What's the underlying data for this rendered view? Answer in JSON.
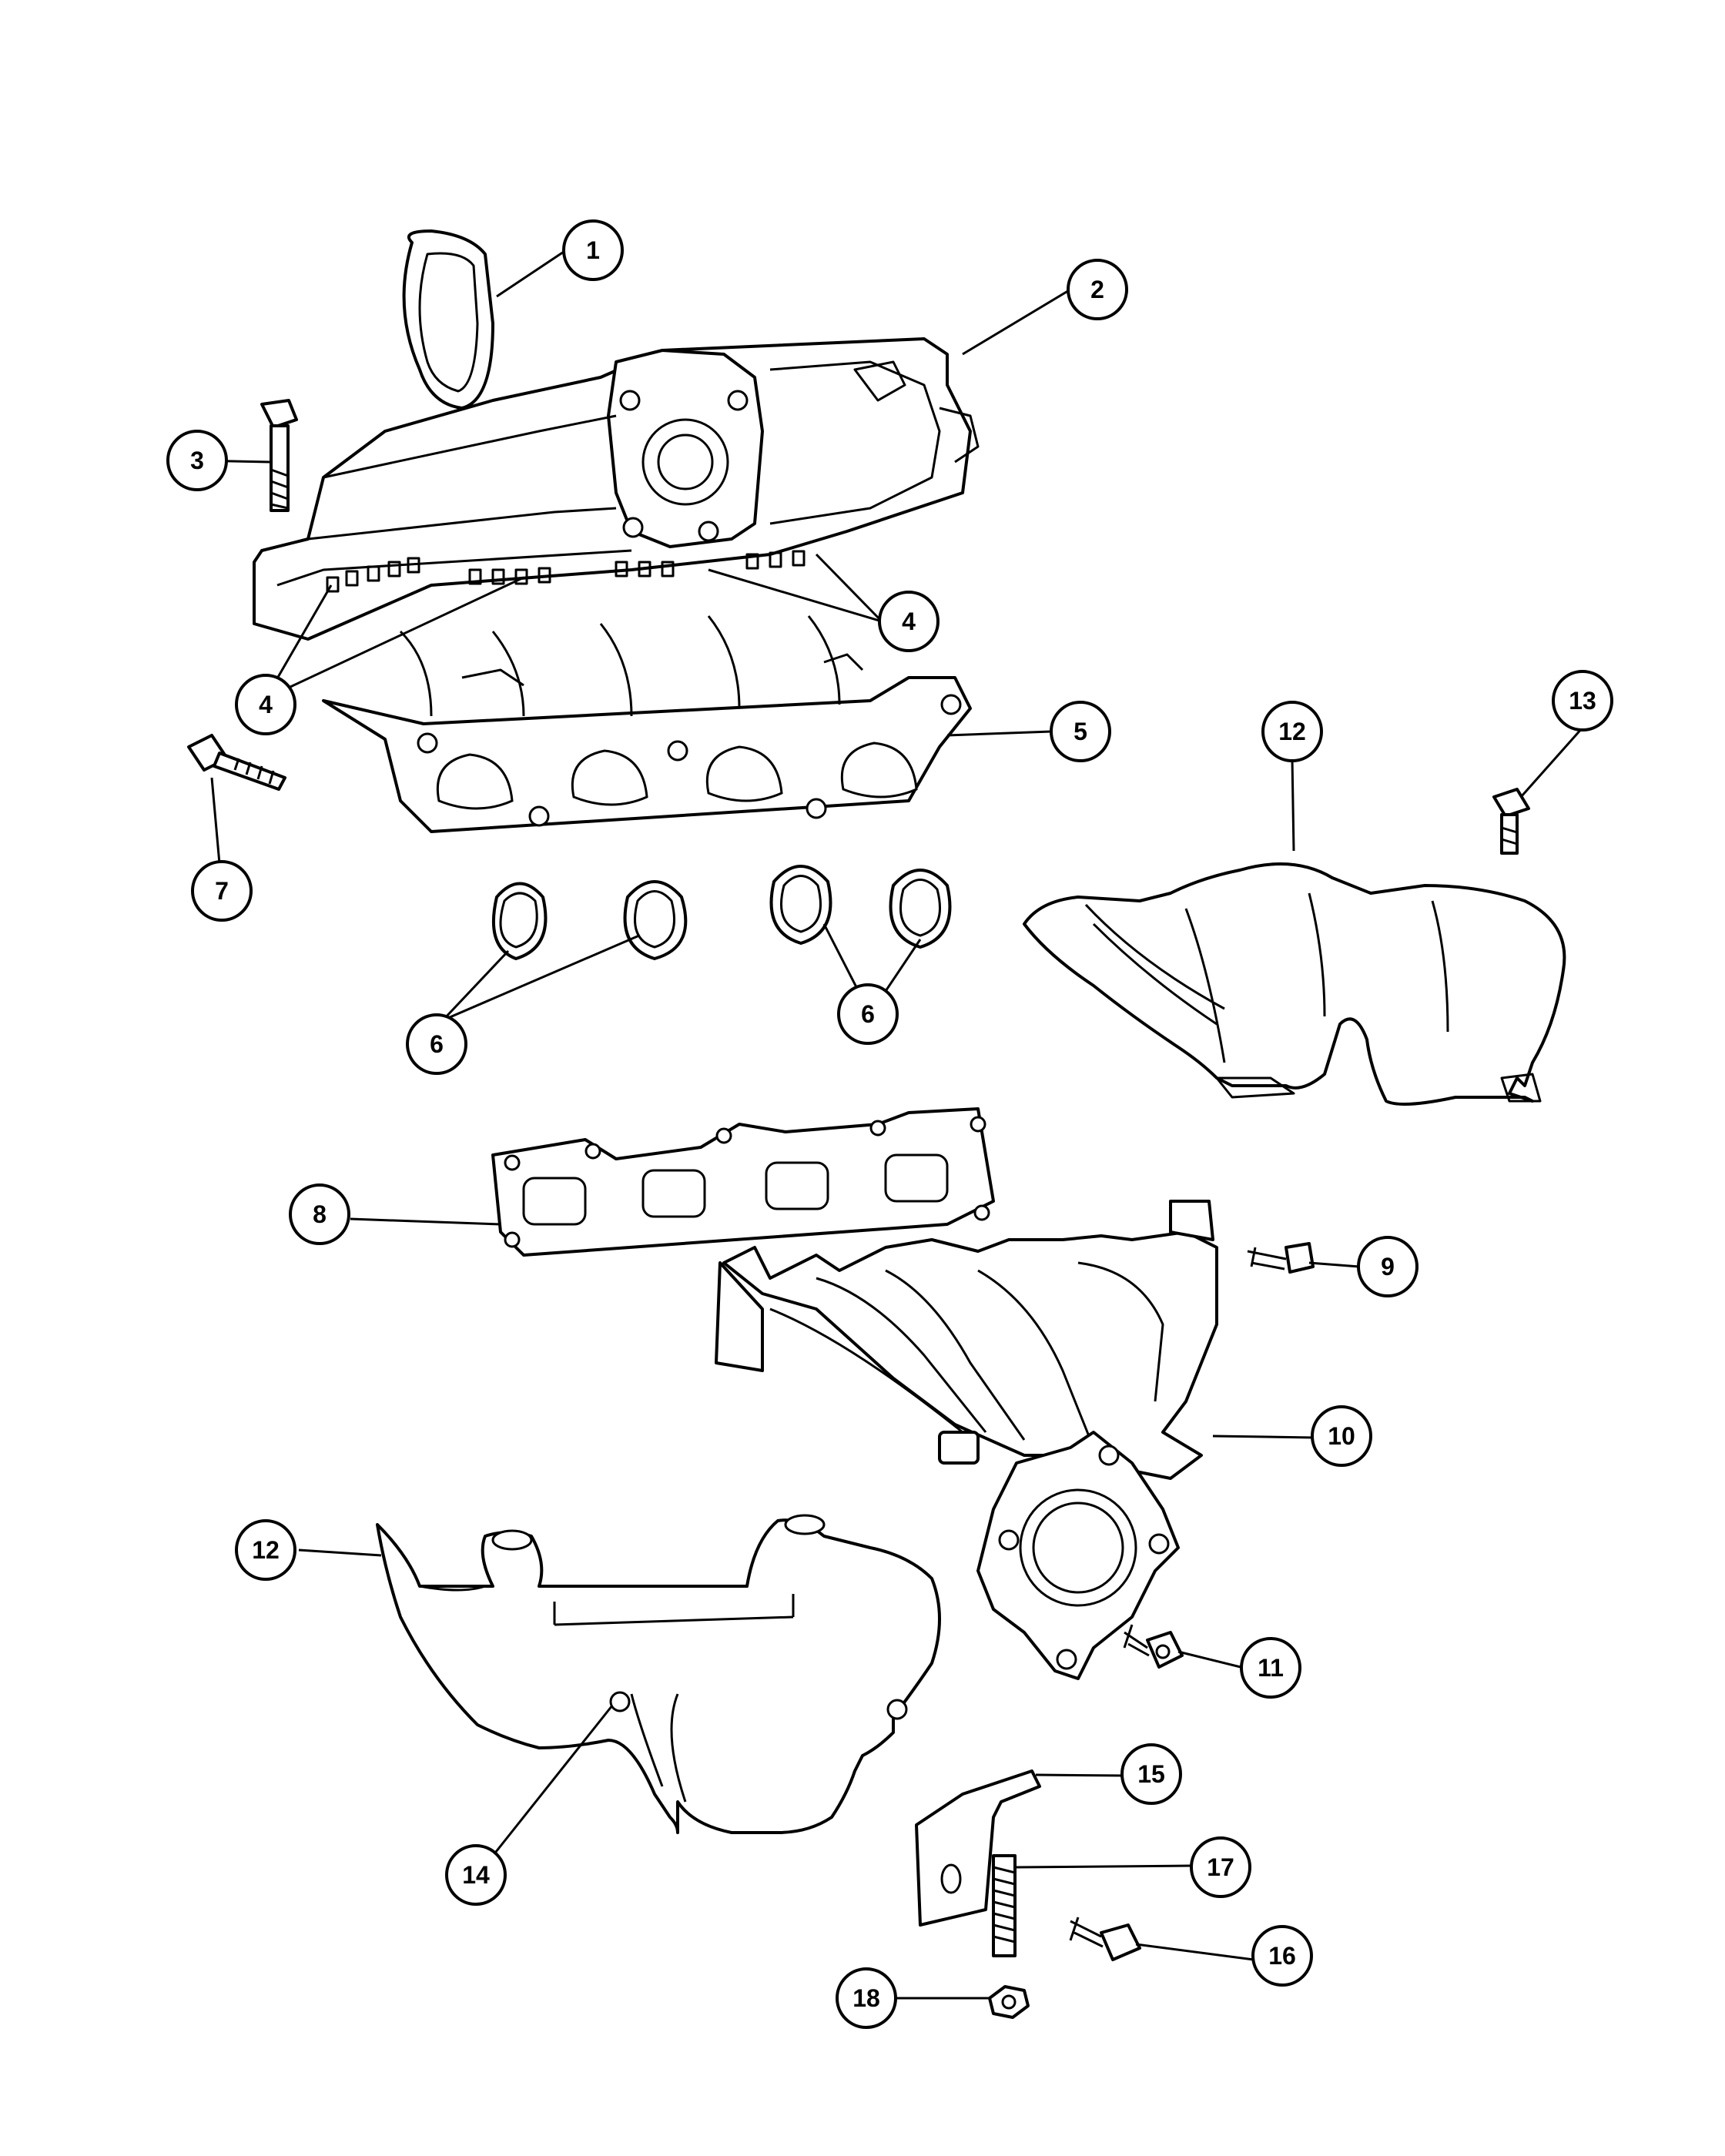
{
  "diagram": {
    "colors": {
      "line": "#000000",
      "background": "#ffffff"
    },
    "callouts": [
      {
        "label": "1"
      },
      {
        "label": "2"
      },
      {
        "label": "3"
      },
      {
        "label": "4"
      },
      {
        "label": "4"
      },
      {
        "label": "5"
      },
      {
        "label": "6"
      },
      {
        "label": "6"
      },
      {
        "label": "7"
      },
      {
        "label": "8"
      },
      {
        "label": "9"
      },
      {
        "label": "10"
      },
      {
        "label": "11"
      },
      {
        "label": "12"
      },
      {
        "label": "12"
      },
      {
        "label": "13"
      },
      {
        "label": "14"
      },
      {
        "label": "15"
      },
      {
        "label": "16"
      },
      {
        "label": "17"
      },
      {
        "label": "18"
      }
    ]
  }
}
